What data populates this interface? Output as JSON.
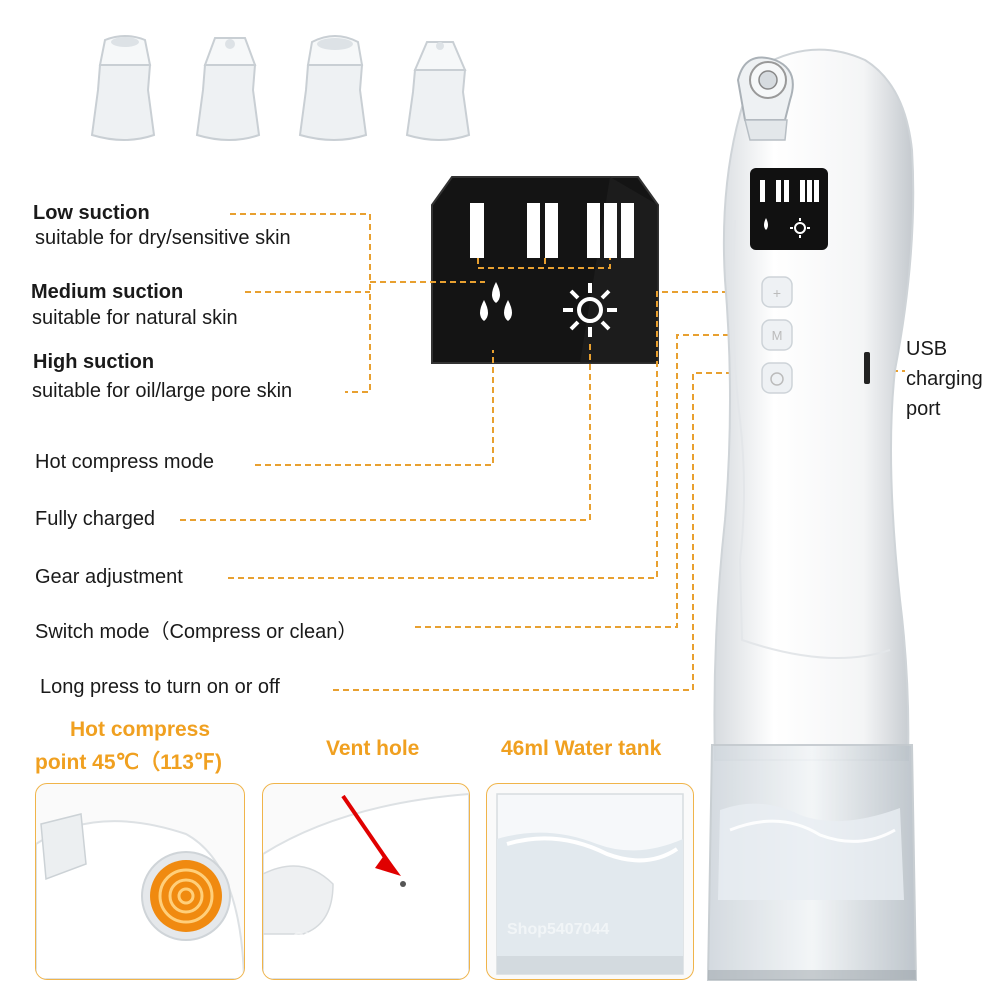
{
  "suction": [
    {
      "title": "Low suction",
      "desc": "suitable for dry/sensitive skin"
    },
    {
      "title": "Medium suction",
      "desc": "suitable for natural skin"
    },
    {
      "title": "High suction",
      "desc": "suitable for oil/large pore skin"
    }
  ],
  "features": {
    "hot_compress_mode": "Hot compress mode",
    "fully_charged": "Fully charged",
    "gear_adjustment": "Gear adjustment",
    "switch_mode": "Switch mode（Compress or clean）",
    "power": "Long press to turn on or off"
  },
  "usb": {
    "line1": "USB",
    "line2": "charging",
    "line3": "port"
  },
  "bottom": {
    "hot_compress_line1": "Hot compress",
    "hot_compress_line2": "point 45℃（113℉)",
    "vent_hole": "Vent hole",
    "water_tank": "46ml Water tank"
  },
  "device_buttons": {
    "m": "M"
  },
  "watermark": "Shop5407044",
  "colors": {
    "accent": "#f0a020",
    "leader": "#e8a030",
    "panel": "#141414"
  }
}
